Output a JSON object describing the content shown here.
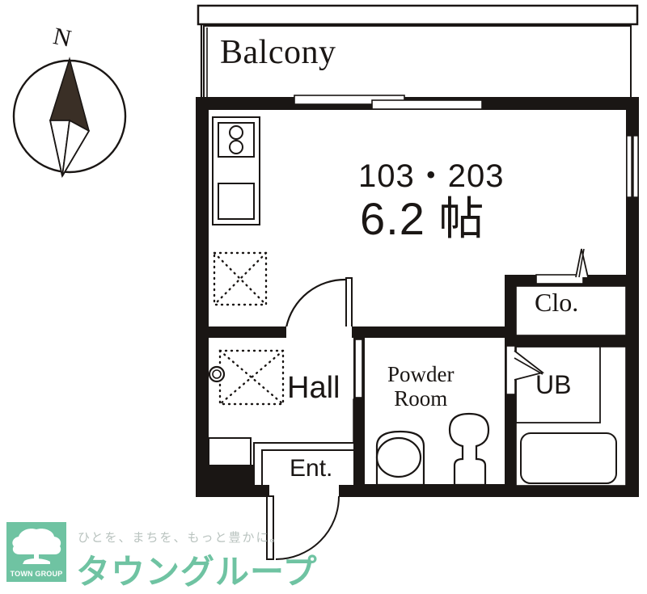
{
  "plan": {
    "compass": {
      "north_label": "N",
      "icon": "compass-rose-icon"
    },
    "balcony": {
      "label": "Balcony"
    },
    "main_room": {
      "unit_number": "103・203",
      "size": "6.2 帖",
      "fixtures": [
        "kitchen-stove-icon",
        "kitchen-sink-icon",
        "loft-storage-x-icon",
        "hinged-door-icon",
        "window-icon",
        "sliding-window-icon"
      ]
    },
    "closet": {
      "label": "Clo.",
      "door": "folding-door-icon"
    },
    "unit_bath": {
      "label": "UB",
      "door": "folding-door-icon",
      "fixtures": [
        "bathtub-icon"
      ]
    },
    "hall": {
      "label": "Hall",
      "fixtures": [
        "loft-storage-x-icon",
        "water-outlet-icon",
        "shoe-cabinet-icon"
      ]
    },
    "powder_room": {
      "label": "Powder\nRoom",
      "label_line1": "Powder",
      "label_line2": "Room",
      "door": "sliding-door-icon",
      "fixtures": [
        "washing-machine-icon",
        "toilet-icon"
      ]
    },
    "entrance": {
      "label": "Ent.",
      "door": "hinged-door-icon"
    }
  },
  "logo": {
    "mark_text": "TOWN GROUP",
    "tagline": "ひとを、まちを、もっと豊かに。",
    "brand": "タウングループ"
  },
  "colors": {
    "wall": "#1a1614",
    "text": "#1a1614",
    "brand_green": "#6fc3a2",
    "tagline_gray": "#b9c3bf",
    "paper": "#ffffff"
  }
}
